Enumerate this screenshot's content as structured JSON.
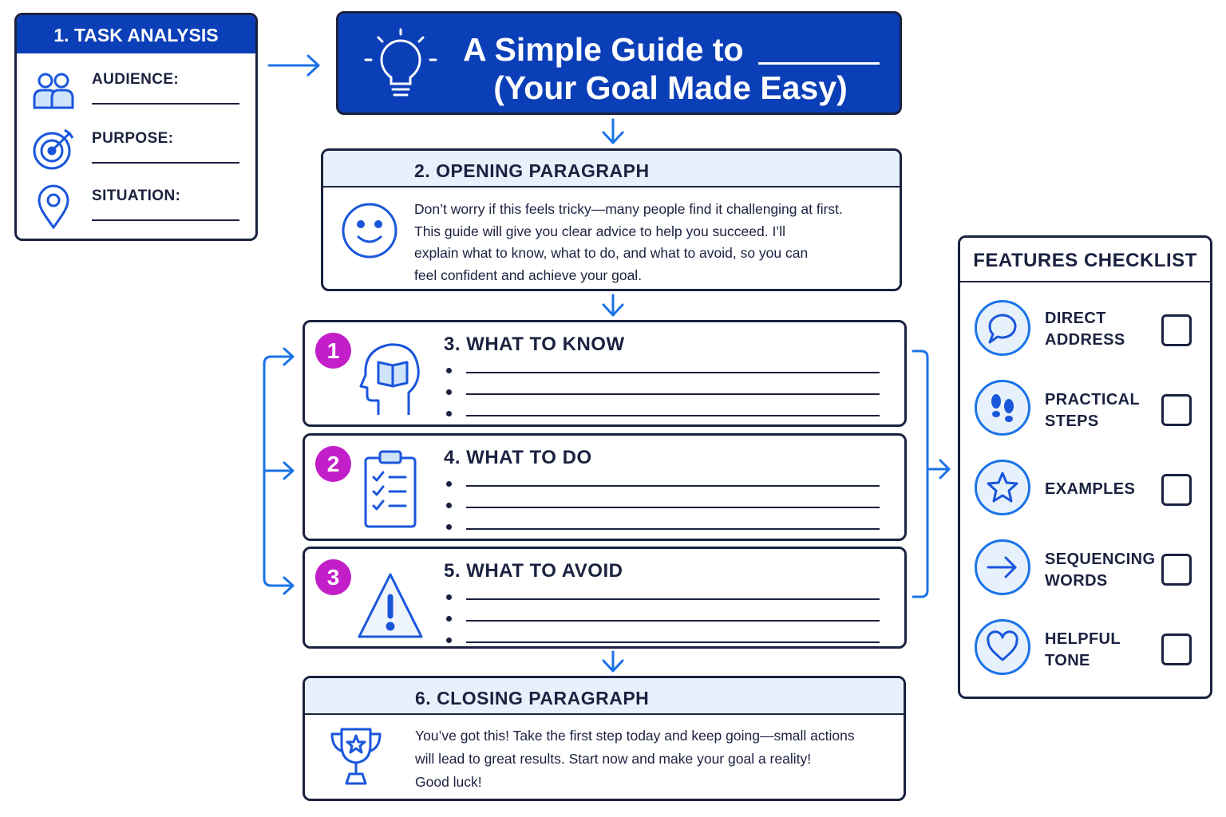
{
  "colors": {
    "primary": "#0b3fb8",
    "accent": "#1a73e8",
    "badge": "#c21fc8",
    "header_bg": "#e6f1fc",
    "ink": "#1b2240"
  },
  "task_analysis": {
    "title": "1. TASK ANALYSIS",
    "rows": [
      {
        "label": "AUDIENCE:",
        "icon": "people-icon"
      },
      {
        "label": "PURPOSE:",
        "icon": "target-icon"
      },
      {
        "label": "SITUATION:",
        "icon": "location-pin-icon"
      }
    ]
  },
  "title": {
    "line1": "A Simple Guide to",
    "line2": "(Your Goal Made Easy)",
    "icon": "lightbulb-icon"
  },
  "opening": {
    "heading": "2. OPENING PARAGRAPH",
    "icon": "smiley-icon",
    "lines": [
      "Don’t worry if this feels tricky—many people find it challenging at first.",
      "This guide will give you clear advice to help you succeed. I’ll",
      "explain what to know, what to do, and what to avoid, so you can",
      "feel confident and achieve your goal."
    ]
  },
  "steps": [
    {
      "number": "1",
      "heading": "3. WHAT TO KNOW",
      "icon": "head-book-icon"
    },
    {
      "number": "2",
      "heading": "4. WHAT TO DO",
      "icon": "clipboard-checklist-icon"
    },
    {
      "number": "3",
      "heading": "5. WHAT TO AVOID",
      "icon": "warning-icon"
    }
  ],
  "closing": {
    "heading": "6. CLOSING PARAGRAPH",
    "icon": "trophy-icon",
    "lines": [
      "You’ve got this! Take the first step today and keep going—small actions",
      "will lead to great results. Start now and make your goal a reality!",
      "Good luck!"
    ]
  },
  "checklist": {
    "title": "FEATURES CHECKLIST",
    "items": [
      {
        "line1": "DIRECT",
        "line2": "ADDRESS",
        "icon": "speech-bubble-icon"
      },
      {
        "line1": "PRACTICAL",
        "line2": "STEPS",
        "icon": "footsteps-icon"
      },
      {
        "line1": "EXAMPLES",
        "line2": "",
        "icon": "star-icon"
      },
      {
        "line1": "SEQUENCING",
        "line2": "WORDS",
        "icon": "arrow-right-icon"
      },
      {
        "line1": "HELPFUL",
        "line2": "TONE",
        "icon": "heart-icon"
      }
    ]
  }
}
